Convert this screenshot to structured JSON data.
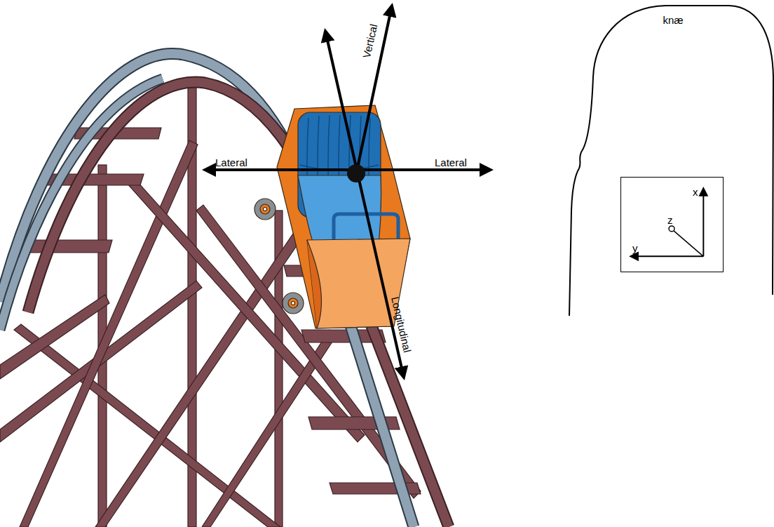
{
  "diagram": {
    "nodes": [
      {
        "text": [
          "knæ"
        ]
      },
      {
        "text": [
          "x",
          "y",
          "z"
        ],
        "in": 0
      }
    ],
    "labels": [
      "Vertical",
      "Lateral",
      "Lateral",
      "Longitudinal"
    ]
  }
}
